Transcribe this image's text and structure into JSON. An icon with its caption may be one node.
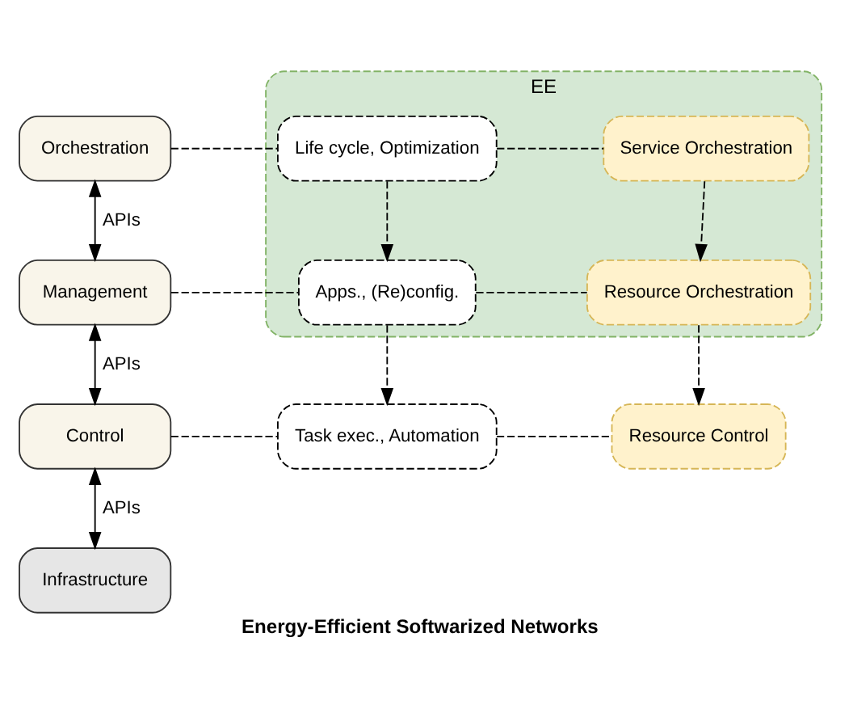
{
  "diagram": {
    "caption": "Energy-Efficient Softwarized Networks",
    "nodes": [
      {
        "text": [
          "Orchestration"
        ]
      },
      {
        "text": [
          "Management"
        ]
      },
      {
        "text": [
          "Control"
        ]
      },
      {
        "text": [
          "Infrastructure"
        ]
      },
      {
        "text": [
          "EE"
        ]
      },
      {
        "text": [
          "Life cycle, Optimization"
        ],
        "in": 4
      },
      {
        "text": [
          "Service Orchestration"
        ],
        "in": 4
      },
      {
        "text": [
          "Apps., (Re)config."
        ],
        "in": 4
      },
      {
        "text": [
          "Resource Orchestration"
        ],
        "in": 4
      },
      {
        "text": [
          "Task exec., Automation"
        ]
      },
      {
        "text": [
          "Resource Control"
        ]
      }
    ],
    "edges": [
      {
        "from": 0,
        "to": 1,
        "arrow": "both",
        "label": "APIs"
      },
      {
        "from": 1,
        "to": 2,
        "arrow": "both",
        "label": "APIs"
      },
      {
        "from": 2,
        "to": 3,
        "arrow": "both",
        "label": "APIs"
      },
      {
        "from": 0,
        "to": 5,
        "arrow": "none",
        "style": "dashed"
      },
      {
        "from": 5,
        "to": 6,
        "arrow": "none",
        "style": "dashed"
      },
      {
        "from": 1,
        "to": 7,
        "arrow": "none",
        "style": "dashed"
      },
      {
        "from": 7,
        "to": 8,
        "arrow": "none",
        "style": "dashed"
      },
      {
        "from": 2,
        "to": 9,
        "arrow": "none",
        "style": "dashed"
      },
      {
        "from": 9,
        "to": 10,
        "arrow": "none",
        "style": "dashed"
      },
      {
        "from": 5,
        "to": 7,
        "arrow": "to",
        "style": "dashed"
      },
      {
        "from": 6,
        "to": 8,
        "arrow": "to",
        "style": "dashed"
      },
      {
        "from": 7,
        "to": 9,
        "arrow": "to",
        "style": "dashed"
      },
      {
        "from": 8,
        "to": 10,
        "arrow": "to",
        "style": "dashed"
      }
    ]
  }
}
